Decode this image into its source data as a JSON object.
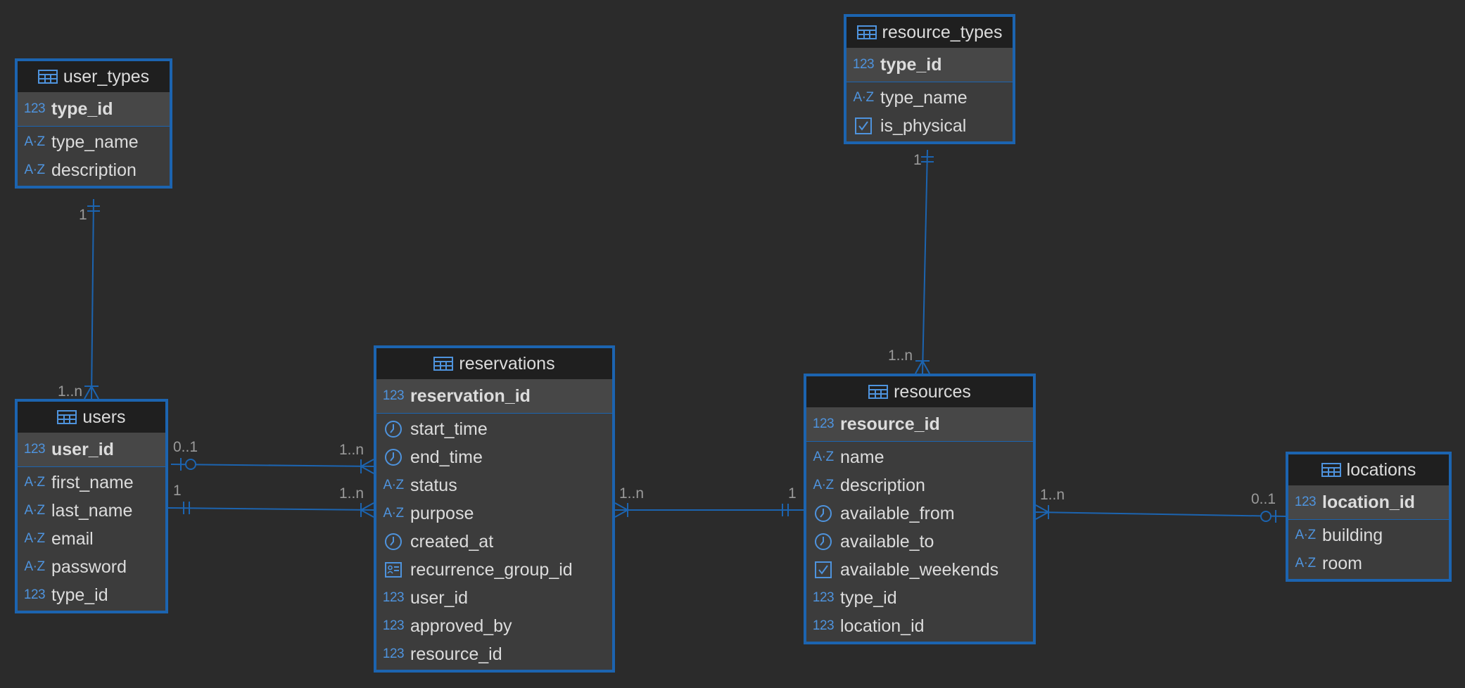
{
  "entities": [
    {
      "id": "user_types",
      "name": "user_types",
      "pk": {
        "name": "type_id",
        "icon": "number-icon"
      },
      "columns": [
        {
          "name": "type_name",
          "icon": "text-icon"
        },
        {
          "name": "description",
          "icon": "text-icon"
        }
      ]
    },
    {
      "id": "users",
      "name": "users",
      "pk": {
        "name": "user_id",
        "icon": "number-icon"
      },
      "columns": [
        {
          "name": "first_name",
          "icon": "text-icon"
        },
        {
          "name": "last_name",
          "icon": "text-icon"
        },
        {
          "name": "email",
          "icon": "text-icon"
        },
        {
          "name": "password",
          "icon": "text-icon"
        },
        {
          "name": "type_id",
          "icon": "number-icon"
        }
      ]
    },
    {
      "id": "reservations",
      "name": "reservations",
      "pk": {
        "name": "reservation_id",
        "icon": "number-icon"
      },
      "columns": [
        {
          "name": "start_time",
          "icon": "clock-icon"
        },
        {
          "name": "end_time",
          "icon": "clock-icon"
        },
        {
          "name": "status",
          "icon": "text-icon"
        },
        {
          "name": "purpose",
          "icon": "text-icon"
        },
        {
          "name": "created_at",
          "icon": "clock-icon"
        },
        {
          "name": "recurrence_group_id",
          "icon": "id-card-icon"
        },
        {
          "name": "user_id",
          "icon": "number-icon"
        },
        {
          "name": "approved_by",
          "icon": "number-icon"
        },
        {
          "name": "resource_id",
          "icon": "number-icon"
        }
      ]
    },
    {
      "id": "resource_types",
      "name": "resource_types",
      "pk": {
        "name": "type_id",
        "icon": "number-icon"
      },
      "columns": [
        {
          "name": "type_name",
          "icon": "text-icon"
        },
        {
          "name": "is_physical",
          "icon": "checkbox-icon"
        }
      ]
    },
    {
      "id": "resources",
      "name": "resources",
      "pk": {
        "name": "resource_id",
        "icon": "number-icon"
      },
      "columns": [
        {
          "name": "name",
          "icon": "text-icon"
        },
        {
          "name": "description",
          "icon": "text-icon"
        },
        {
          "name": "available_from",
          "icon": "clock-icon"
        },
        {
          "name": "available_to",
          "icon": "clock-icon"
        },
        {
          "name": "available_weekends",
          "icon": "checkbox-icon"
        },
        {
          "name": "type_id",
          "icon": "number-icon"
        },
        {
          "name": "location_id",
          "icon": "number-icon"
        }
      ]
    },
    {
      "id": "locations",
      "name": "locations",
      "pk": {
        "name": "location_id",
        "icon": "number-icon"
      },
      "columns": [
        {
          "name": "building",
          "icon": "text-icon"
        },
        {
          "name": "room",
          "icon": "text-icon"
        }
      ]
    }
  ],
  "relationships": [
    {
      "from": "user_types",
      "to": "users",
      "from_card": "1",
      "to_card": "1..n"
    },
    {
      "from": "users",
      "to": "reservations",
      "from_card": "0..1",
      "to_card": "1..n"
    },
    {
      "from": "users",
      "to": "reservations",
      "from_card": "1",
      "to_card": "1..n"
    },
    {
      "from": "reservations",
      "to": "resources",
      "from_card": "1..n",
      "to_card": "1"
    },
    {
      "from": "resource_types",
      "to": "resources",
      "from_card": "1",
      "to_card": "1..n"
    },
    {
      "from": "resources",
      "to": "locations",
      "from_card": "1..n",
      "to_card": "0..1"
    }
  ],
  "colors": {
    "background": "#2b2b2b",
    "entity_border": "#1c64b0",
    "line": "#1c64b0",
    "icon": "#4e93dd",
    "text": "#dcdcdc",
    "cardinality": "#9a9a9a"
  }
}
